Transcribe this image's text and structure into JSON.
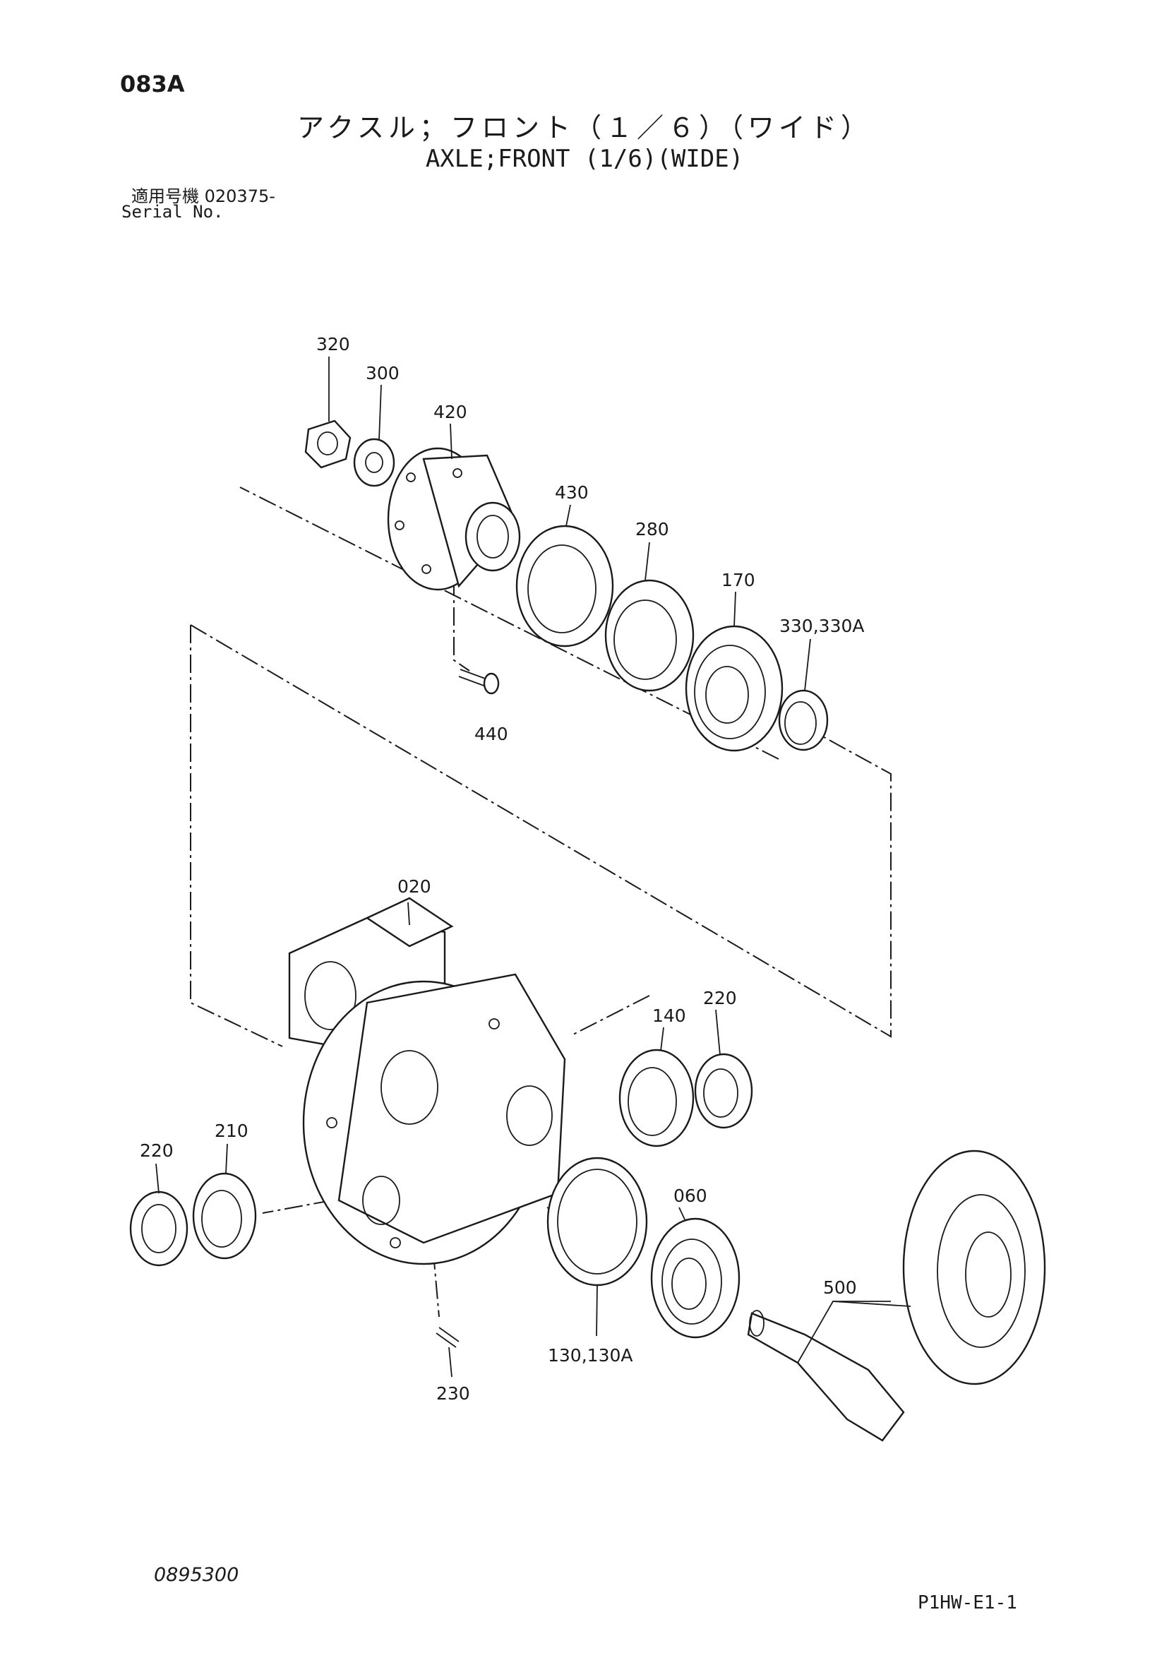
{
  "header": {
    "page_code": "083A",
    "title_jp": "アクスル；フロント（１／６）（ワイド）",
    "title_en": "AXLE;FRONT (1/6)(WIDE)",
    "serial_label_jp": "適用号機  020375-",
    "serial_label_en": "Serial No."
  },
  "footer": {
    "diagram_code": "0895300",
    "sheet_code": "P1HW-E1-1"
  },
  "parts": [
    {
      "ref": "320",
      "description_icon": "hex-nut-icon"
    },
    {
      "ref": "300",
      "description_icon": "washer-icon"
    },
    {
      "ref": "420",
      "description_icon": "flange-icon"
    },
    {
      "ref": "430",
      "description_icon": "oil-seal-icon"
    },
    {
      "ref": "280",
      "description_icon": "bearing-icon"
    },
    {
      "ref": "170",
      "description_icon": "roller-bearing-icon"
    },
    {
      "ref": "330,330A",
      "description_icon": "spacer-ring-icon"
    },
    {
      "ref": "440",
      "description_icon": "bolt-icon"
    },
    {
      "ref": "020",
      "description_icon": "differential-case-icon"
    },
    {
      "ref": "140",
      "description_icon": "bearing-icon"
    },
    {
      "ref": "220",
      "description_icon": "adjust-nut-icon"
    },
    {
      "ref": "220",
      "description_icon": "adjust-nut-icon"
    },
    {
      "ref": "210",
      "description_icon": "bearing-icon"
    },
    {
      "ref": "060",
      "description_icon": "roller-bearing-icon"
    },
    {
      "ref": "130,130A",
      "description_icon": "shim-icon"
    },
    {
      "ref": "500",
      "description_icon": "bevel-gear-set-icon"
    },
    {
      "ref": "230",
      "description_icon": "pin-icon"
    }
  ]
}
